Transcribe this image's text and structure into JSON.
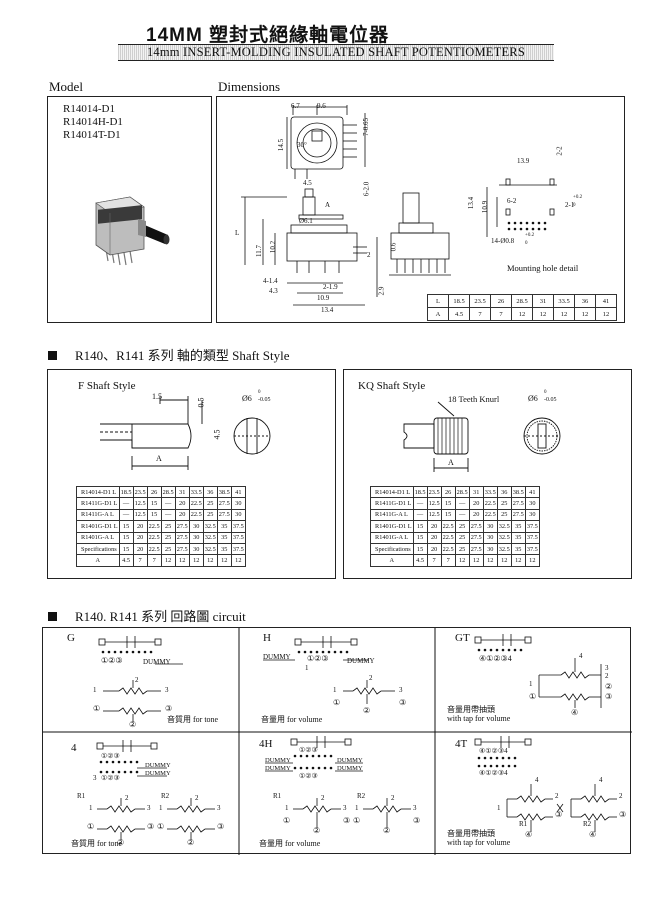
{
  "title": "14MM 塑封式絕緣軸電位器",
  "subtitle": "14mm INSERT-MOLDING INSULATED SHAFT  POTENTIOMETERS",
  "model": {
    "heading": "Model",
    "items": [
      "R14014-D1",
      "R14014H-D1",
      "R14014T-D1"
    ]
  },
  "dimensions": {
    "heading": "Dimensions",
    "labels": {
      "d67": "6.7",
      "d96": "9.6",
      "d145": "14.5",
      "d30": "30°",
      "d705": "7-0.65",
      "d620": "6-2.0",
      "d45": "4.5",
      "d6": "Ø6.1",
      "dA": "A",
      "dL": "L",
      "d117": "11.7",
      "d102": "10.2",
      "d06": "0.6",
      "d2": "2",
      "d414": "4-1.4",
      "d43": "4.3",
      "d219": "2-1.9",
      "d109": "10.9",
      "d134": "13.4",
      "d29": "2.9",
      "h139": "13.9",
      "h22": "2-2",
      "h134": "13.4",
      "h109": "10.9",
      "h62": "6-2",
      "h21": "2-1",
      "h14": "14-Ø0.8",
      "tol": "+0.2",
      "tolz": "0"
    },
    "mounting_label": "Mounting hole detail",
    "table": {
      "row_L": [
        "L",
        "18.5",
        "23.5",
        "26",
        "28.5",
        "31",
        "33.5",
        "36",
        "41"
      ],
      "row_A": [
        "A",
        "4.5",
        "7",
        "7",
        "12",
        "12",
        "12",
        "12",
        "12"
      ]
    }
  },
  "shaft_section": {
    "heading": "R140、R141 系列  軸的類型 Shaft Style"
  },
  "shaft_f": {
    "title": "F    Shaft  Style",
    "dims": {
      "d15": "1.5",
      "d05": "0.5",
      "d6": "Ø6",
      "tol": "0",
      "tolb": "-0.05",
      "d45": "4.5",
      "dA": "A"
    }
  },
  "shaft_kq": {
    "title": "KQ    Shaft  Style",
    "dims": {
      "knurl": "18 Teeth  Knurl",
      "d6": "Ø6",
      "tol": "0",
      "tolb": "-0.05",
      "dA": "A"
    }
  },
  "spec_table": {
    "rows": [
      [
        "R14014-D1  L",
        "18.5",
        "23.5",
        "26",
        "28.5",
        "31",
        "33.5",
        "36",
        "38.5",
        "41"
      ],
      [
        "R1411G-D1  L",
        "—",
        "12.5",
        "15",
        "—",
        "20",
        "22.5",
        "25",
        "27.5",
        "30"
      ],
      [
        "R1411G-A   L",
        "—",
        "12.5",
        "15",
        "—",
        "20",
        "22.5",
        "25",
        "27.5",
        "30"
      ],
      [
        "R1401G-D1  L",
        "15",
        "20",
        "22.5",
        "25",
        "27.5",
        "30",
        "32.5",
        "35",
        "37.5"
      ],
      [
        "R1401G-A   L",
        "15",
        "20",
        "22.5",
        "25",
        "27.5",
        "30",
        "32.5",
        "35",
        "37.5"
      ],
      [
        "Specifications",
        "15",
        "20",
        "22.5",
        "25",
        "27.5",
        "30",
        "32.5",
        "35",
        "37.5"
      ],
      [
        "A",
        "4.5",
        "7",
        "7",
        "12",
        "12",
        "12",
        "12",
        "12",
        "12"
      ]
    ]
  },
  "circuit_section": {
    "heading": "R140. R141  系列   回路圖 circuit"
  },
  "circuits": {
    "g": {
      "name": "G",
      "caption": "音質用 for tone",
      "dummy": "DUMMY"
    },
    "h": {
      "name": "H",
      "caption": "音量用 for volume",
      "dummy": "DUMMY"
    },
    "gt": {
      "name": "GT",
      "caption": "音量用帶抽頭",
      "caption2": "with tap for volume"
    },
    "c4": {
      "name": "4",
      "caption": "音質用 for tone",
      "dummy": "DUMMY",
      "r1": "R1",
      "r2": "R2"
    },
    "c4h": {
      "name": "4H",
      "caption": "音量用 for volume",
      "dummy": "DUMMY",
      "r1": "R1",
      "r2": "R2"
    },
    "c4t": {
      "name": "4T",
      "caption": "音量用帶抽頭",
      "caption2": "with tap for volume",
      "r1": "R1",
      "r2": "R2"
    }
  },
  "pins": {
    "p1": "①",
    "p2": "②",
    "p3": "③",
    "p4": "④",
    "seq3": "①②③",
    "seq4": "④①②③4",
    "seqh": "①②③",
    "n1": "1",
    "n2": "2",
    "n3": "3",
    "n4": "4"
  }
}
